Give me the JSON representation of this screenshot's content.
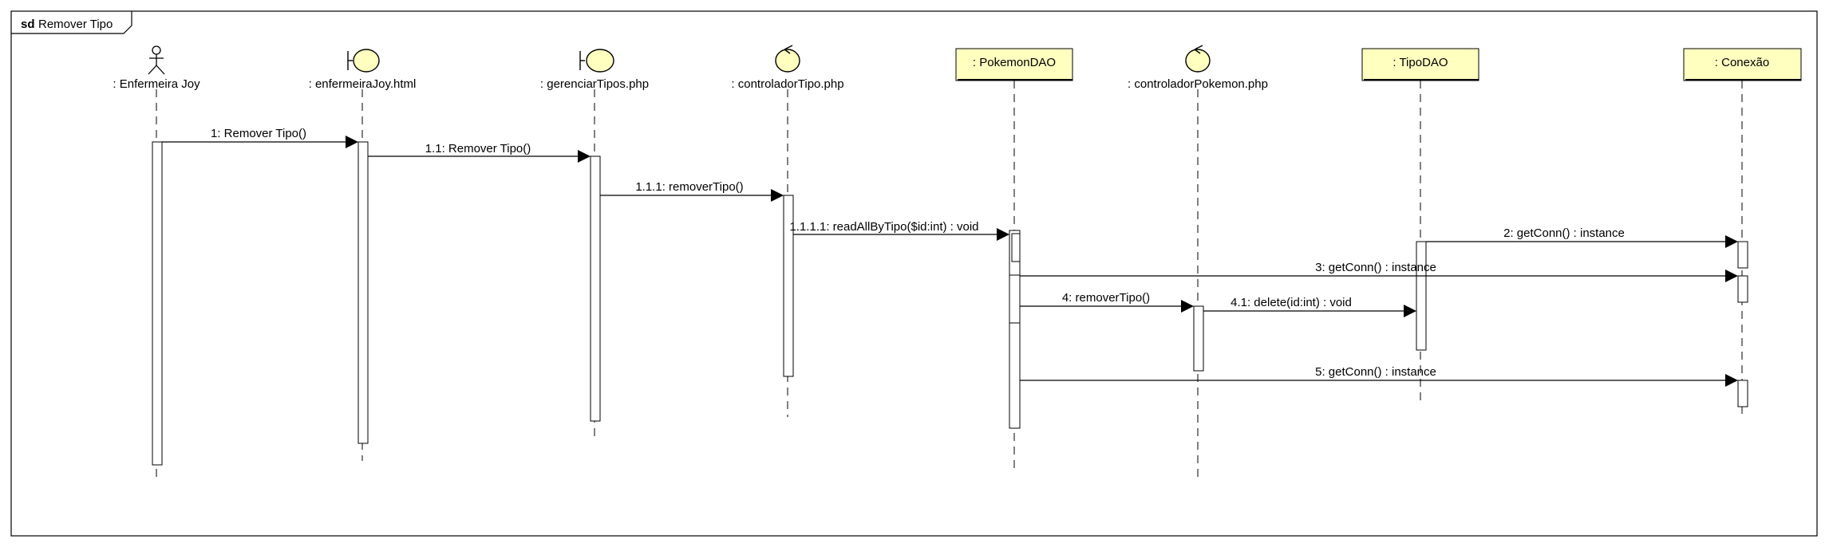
{
  "frame": {
    "keyword": "sd",
    "title": "Remover Tipo"
  },
  "colors": {
    "box_fill": "#ffffc0",
    "stroke": "#000000",
    "background": "#ffffff"
  },
  "participants": [
    {
      "id": "enfermeira",
      "kind": "actor",
      "label": ": Enfermeira Joy"
    },
    {
      "id": "html",
      "kind": "boundary",
      "label": ": enfermeiraJoy.html"
    },
    {
      "id": "gerenciar",
      "kind": "boundary",
      "label": ": gerenciarTipos.php"
    },
    {
      "id": "ctrlTipo",
      "kind": "control",
      "label": ": controladorTipo.php"
    },
    {
      "id": "pokemonDAO",
      "kind": "object",
      "label": ": PokemonDAO"
    },
    {
      "id": "ctrlPokemon",
      "kind": "control",
      "label": ": controladorPokemon.php"
    },
    {
      "id": "tipoDAO",
      "kind": "object",
      "label": ": TipoDAO"
    },
    {
      "id": "conexao",
      "kind": "object",
      "label": ": Conexão"
    }
  ],
  "messages": [
    {
      "id": "m1",
      "label": "1: Remover Tipo()",
      "from": "enfermeira",
      "to": "html"
    },
    {
      "id": "m2",
      "label": "1.1: Remover Tipo()",
      "from": "html",
      "to": "gerenciar"
    },
    {
      "id": "m3",
      "label": "1.1.1: removerTipo()",
      "from": "gerenciar",
      "to": "ctrlTipo"
    },
    {
      "id": "m4",
      "label": "1.1.1.1: readAllByTipo($id:int) : void",
      "from": "ctrlTipo",
      "to": "pokemonDAO"
    },
    {
      "id": "m5",
      "label": "2: getConn() : instance",
      "from": "tipoDAO",
      "to": "conexao"
    },
    {
      "id": "m6",
      "label": "3: getConn() : instance",
      "from": "pokemonDAO",
      "to": "conexao"
    },
    {
      "id": "m7",
      "label": "4: removerTipo()",
      "from": "pokemonDAO",
      "to": "ctrlPokemon"
    },
    {
      "id": "m8",
      "label": "4.1: delete(id:int) : void",
      "from": "ctrlPokemon",
      "to": "tipoDAO"
    },
    {
      "id": "m9",
      "label": "5: getConn() : instance",
      "from": "pokemonDAO",
      "to": "conexao"
    }
  ]
}
